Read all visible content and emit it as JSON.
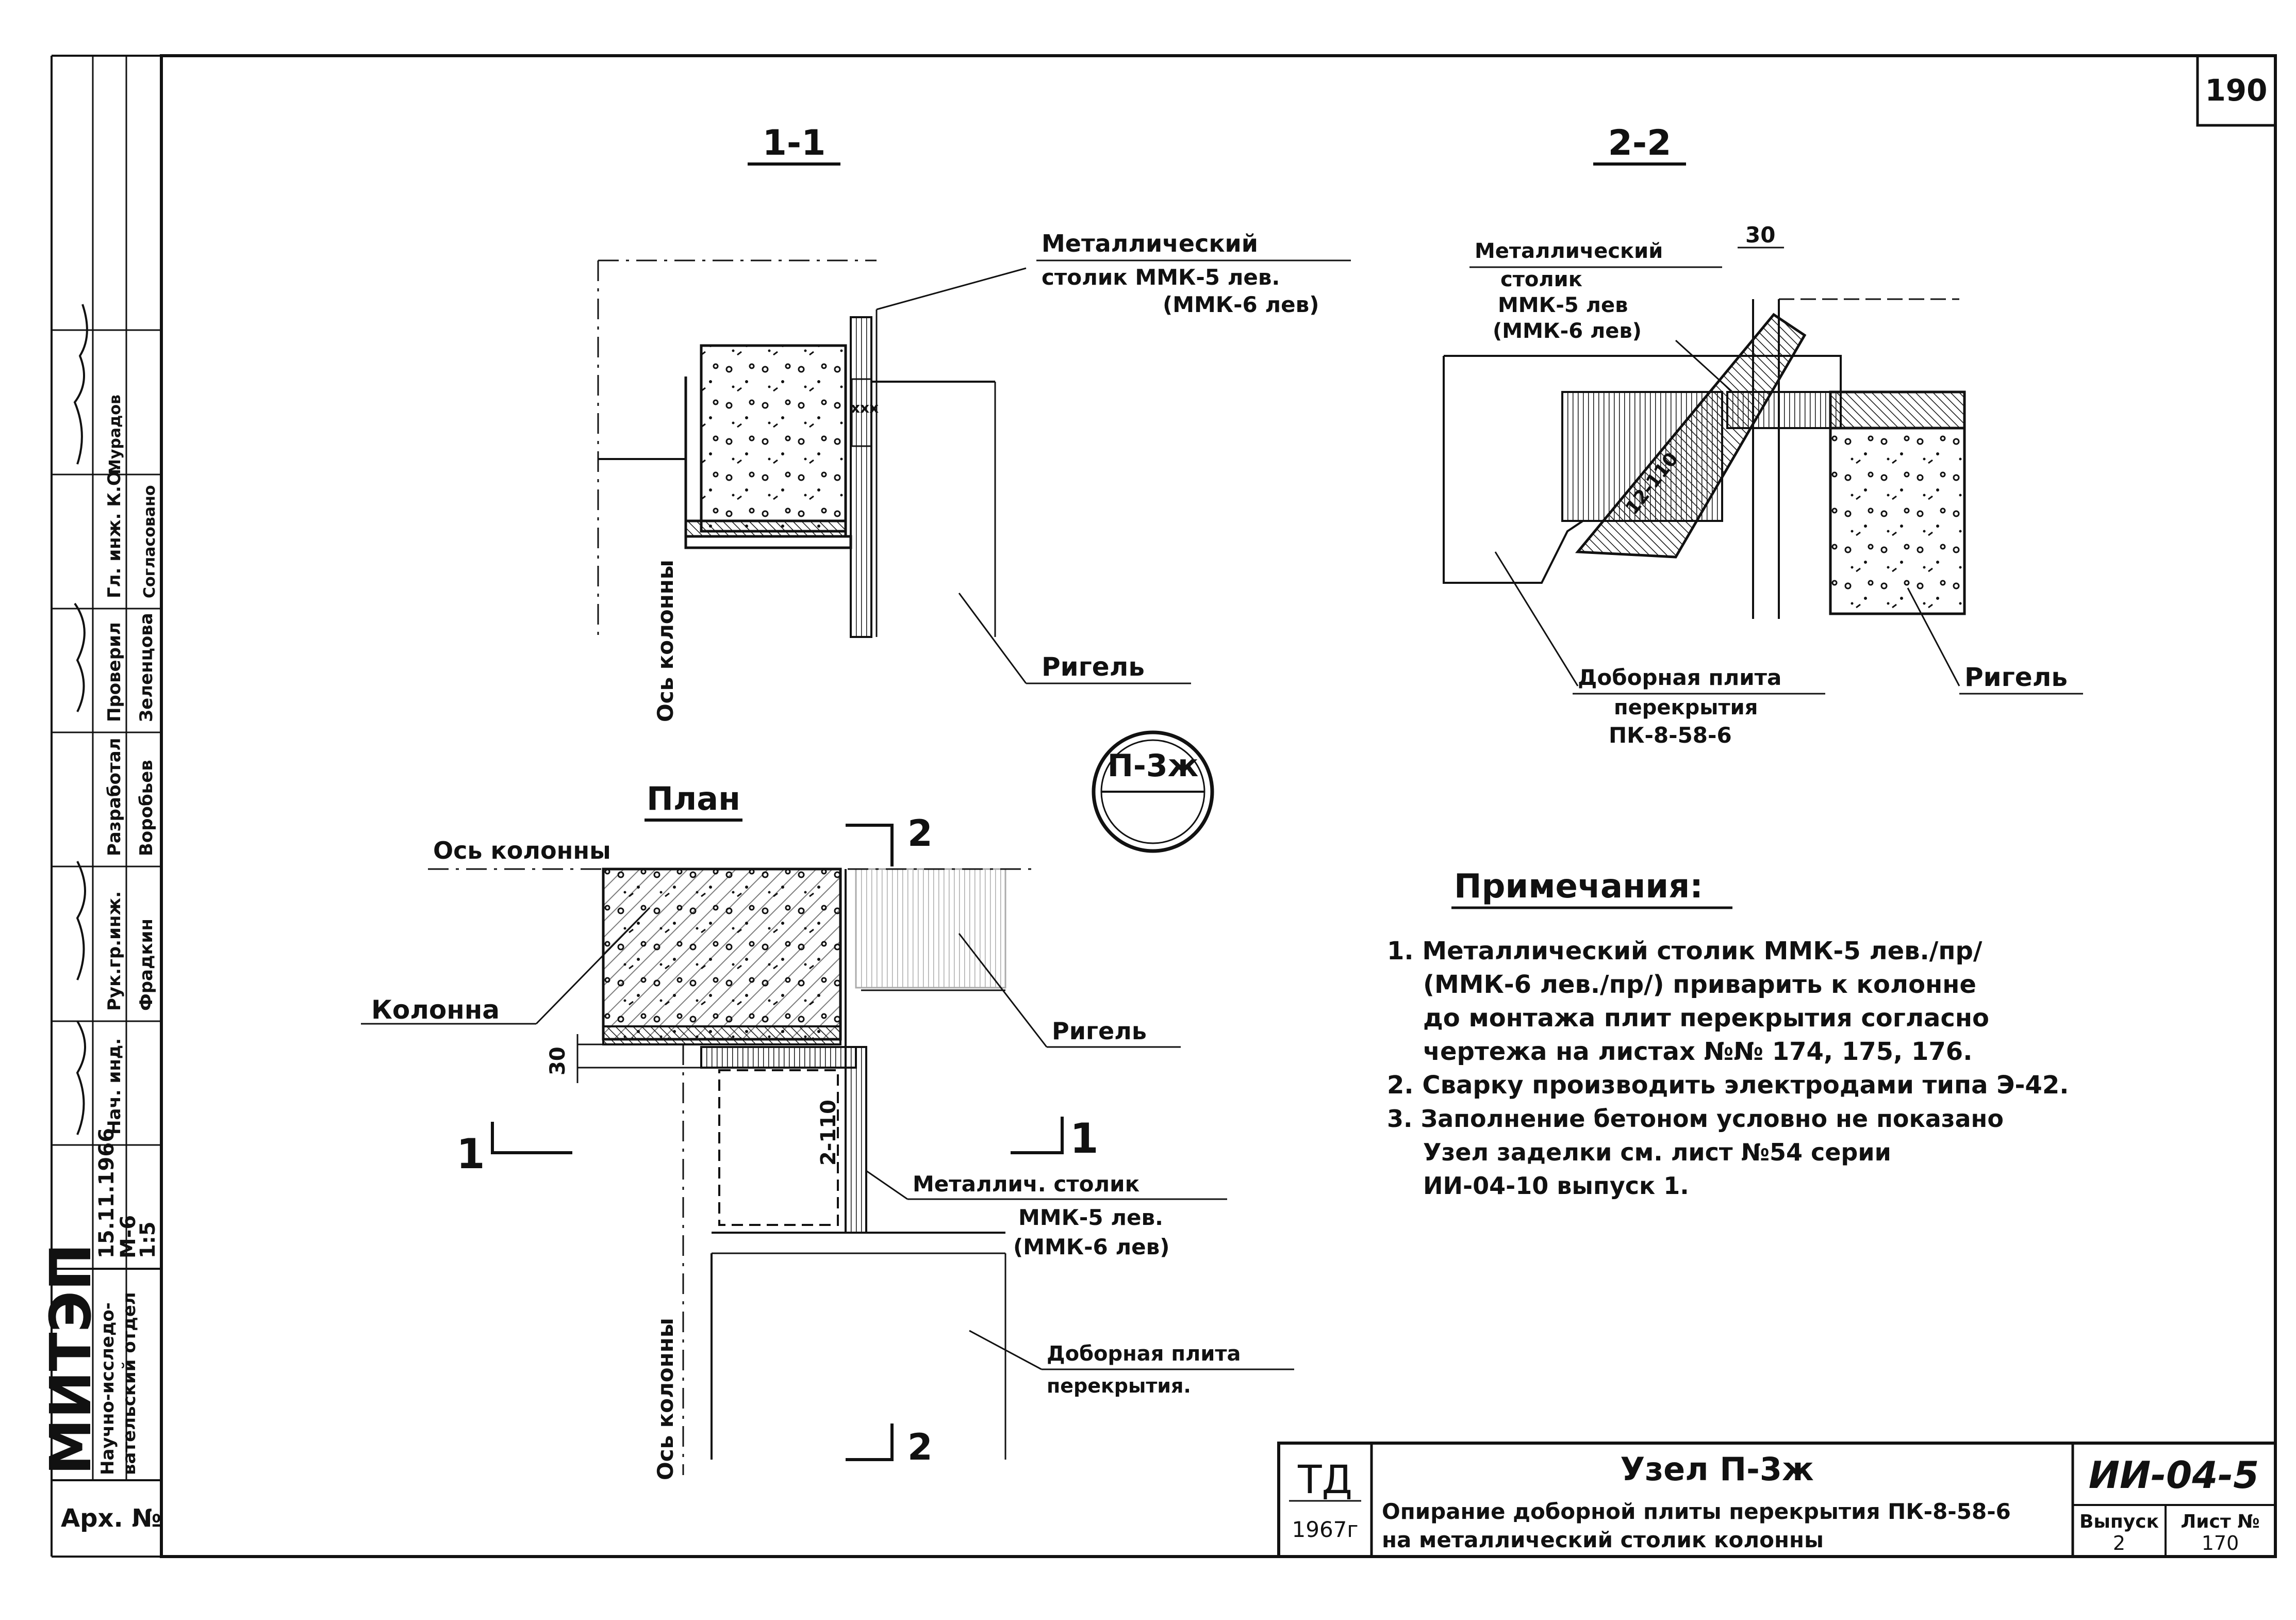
{
  "sheet_number": "190",
  "sections": {
    "s11": "1-1",
    "s22": "2-2",
    "plan": "План"
  },
  "node_badge": "П-3ж",
  "labels": {
    "s11_stool_1": "Металлический",
    "s11_stool_2": "столик ММК-5 лев.",
    "s11_stool_3": "(ММК-6 лев)",
    "s11_rigel": "Ригель",
    "s11_axis": "Ось колонны",
    "s22_stool_1": "Металлический",
    "s22_stool_2": "столик",
    "s22_stool_3": "ММК-5 лев",
    "s22_stool_4": "(ММК-6 лев)",
    "s22_dim": "30",
    "s22_weld": "12-110",
    "s22_slab_1": "Доборная плита",
    "s22_slab_2": "перекрытия",
    "s22_slab_3": "ПК-8-58-6",
    "s22_rigel": "Ригель",
    "plan_axis_top": "Ось колонны",
    "plan_column": "Колонна",
    "plan_rigel": "Ригель",
    "plan_dim30": "30",
    "plan_weld": "2-110",
    "plan_stool_1": "Металлич. столик",
    "plan_stool_2": "ММК-5 лев.",
    "plan_stool_3": "(ММК-6 лев)",
    "plan_slab_1": "Доборная плита",
    "plan_slab_2": "перекрытия.",
    "plan_axis_v": "Ось колонны",
    "cut1_left": "1",
    "cut1_right": "1",
    "cut2_top": "2",
    "cut2_bottom": "2"
  },
  "notes": {
    "title": "Примечания:",
    "items": [
      "1. Металлический столик ММК-5 лев./пр/",
      "(ММК-6 лев./пр/) приварить к колонне",
      "до монтажа плит перекрытия согласно",
      "чертежа на листах №№ 174, 175, 176.",
      "2. Сварку производить электродами типа Э-42.",
      "3. Заполнение бетоном условно не показано",
      "Узел заделки см. лист №54 серии",
      "ИИ-04-10 выпуск 1."
    ]
  },
  "left_stamp": {
    "org": "МИТЭП",
    "dept_1": "Научно-исследо-",
    "dept_2": "вательский отдел",
    "date": "15.11.1966",
    "scale_1": "М-6",
    "scale_2": "1:5",
    "roles": [
      "Нач. инд.",
      "Рук.гр.инж.",
      "Разработал",
      "Проверил",
      "Гл. инж. К.О.",
      "Согласовано"
    ],
    "names": [
      "Фрадкин",
      "Воробьев",
      "Зеленцова",
      "Мурадов"
    ],
    "arch_no": "Арх. №"
  },
  "title_block": {
    "td": "ТД",
    "year": "1967г",
    "node": "Узел П-3ж",
    "desc_1": "Опирание доборной плиты перекрытия ПК-8-58-6",
    "desc_2": "на металлический столик колонны",
    "code": "ИИ-04-5",
    "issue_label": "Выпуск",
    "issue": "2",
    "sheet_label": "Лист №",
    "sheet": "170"
  }
}
